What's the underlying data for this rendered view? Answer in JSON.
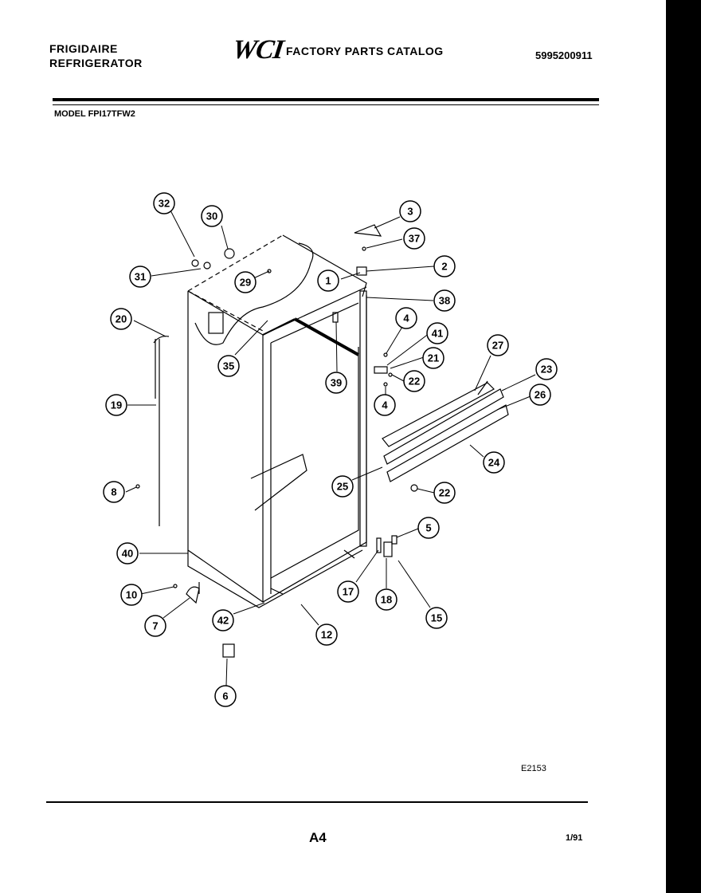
{
  "header": {
    "brand_line1": "FRIGIDAIRE",
    "brand_line2": "REFRIGERATOR",
    "logo": "WCI",
    "catalog_title": "FACTORY PARTS CATALOG",
    "catalog_number": "5995200911"
  },
  "model_label": "MODEL FPI17TFW2",
  "diagram": {
    "callouts": [
      "32",
      "30",
      "3",
      "37",
      "2",
      "1",
      "29",
      "31",
      "38",
      "20",
      "4",
      "41",
      "21",
      "22",
      "35",
      "39",
      "4",
      "27",
      "23",
      "26",
      "19",
      "24",
      "25",
      "22",
      "8",
      "5",
      "40",
      "17",
      "18",
      "15",
      "10",
      "7",
      "42",
      "12",
      "6"
    ]
  },
  "footer": {
    "drawing_ref": "E2153",
    "page": "A4",
    "date": "1/91"
  },
  "colors": {
    "ink": "#000000",
    "paper": "#ffffff",
    "border": "#000000"
  }
}
